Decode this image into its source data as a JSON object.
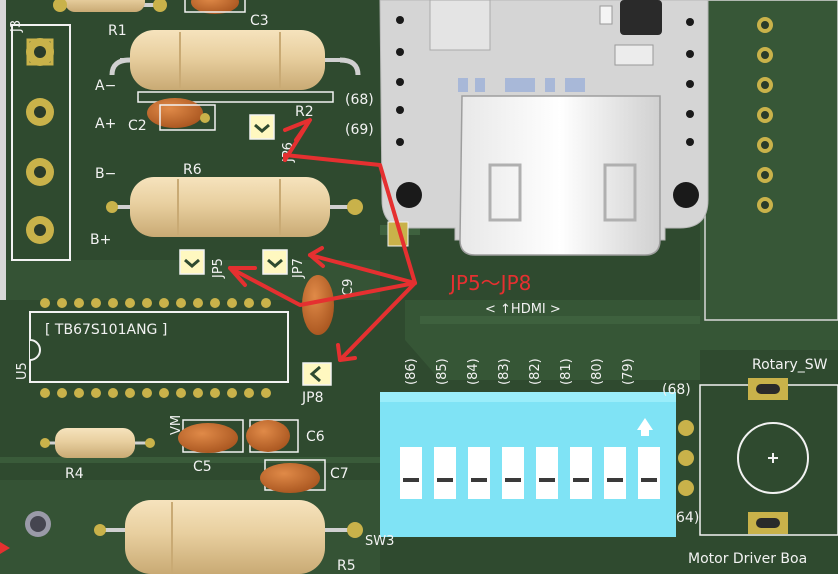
{
  "board": {
    "colors": {
      "pcb": "#2f4a2f",
      "pcb_light": "#3a5a3a",
      "silkscreen": "#f2f2f2",
      "pad": "#c9b24a",
      "resistor": "#e8cf9f",
      "capacitor": "#c06a2e",
      "module": "#d5d5d5",
      "dip_switch": "#7fe3f5",
      "annotation": "#e53030"
    },
    "labels": {
      "j3": "J3",
      "r1": "R1",
      "c3": "C3",
      "a_minus": "A−",
      "a_plus": "A+",
      "b_minus": "B−",
      "b_plus": "B+",
      "c2": "C2",
      "r2": "R2",
      "r6": "R6",
      "jp6": "JP6",
      "jp5": "JP5",
      "jp7": "JP7",
      "c9": "C9",
      "u5": "U5",
      "ic_name": "[ TB67S101ANG ]",
      "jp8": "JP8",
      "vm": "VM",
      "c5": "C5",
      "c6": "C6",
      "c7": "C7",
      "r4": "R4",
      "r5": "R5",
      "sw3": "SW3",
      "rotary": "Rotary_SW",
      "motor_driver": "Motor Driver Boa",
      "pin_68a": "(68)",
      "pin_69": "(69)",
      "pin_68b": "(68)",
      "pin_64": "64)",
      "hdmi": "< ↑HDMI >"
    },
    "dip_pins": [
      "(86)",
      "(85)",
      "(84)",
      "(83)",
      "(82)",
      "(81)",
      "(80)",
      "(79)"
    ],
    "annotation_text": "JP5～JP8"
  }
}
